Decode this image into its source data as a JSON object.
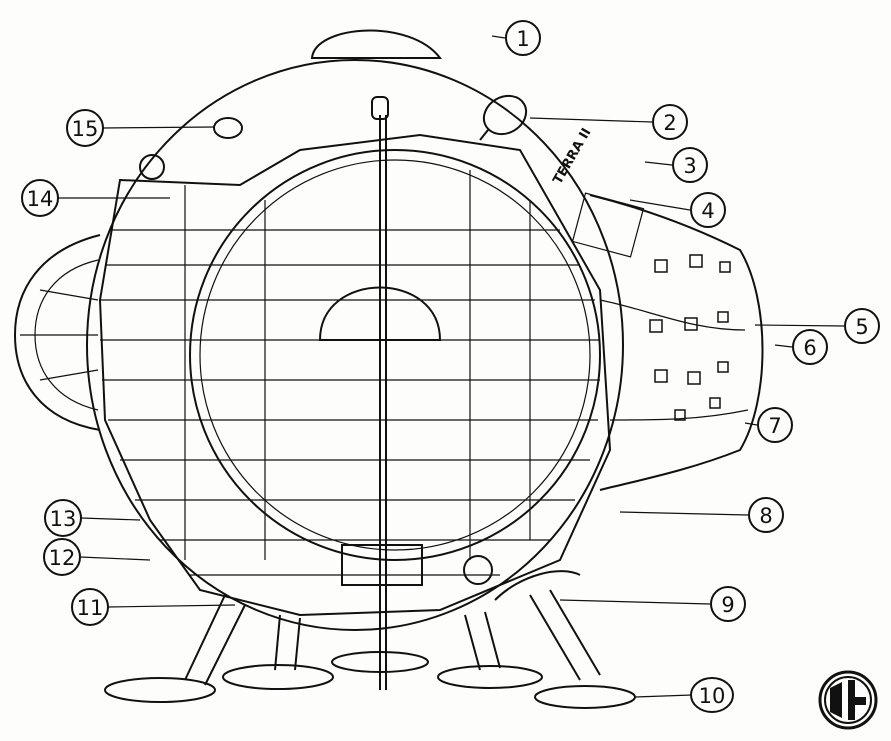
{
  "diagram": {
    "ship_label": "TERRA II",
    "logo_icon": "circled-monogram-logo",
    "ink_color": "#111111",
    "paper_color": "#fdfdfb",
    "callouts": [
      {
        "number": "1"
      },
      {
        "number": "2"
      },
      {
        "number": "3"
      },
      {
        "number": "4"
      },
      {
        "number": "5"
      },
      {
        "number": "6"
      },
      {
        "number": "7"
      },
      {
        "number": "8"
      },
      {
        "number": "9"
      },
      {
        "number": "10"
      },
      {
        "number": "11"
      },
      {
        "number": "12"
      },
      {
        "number": "13"
      },
      {
        "number": "14"
      },
      {
        "number": "15"
      }
    ]
  }
}
